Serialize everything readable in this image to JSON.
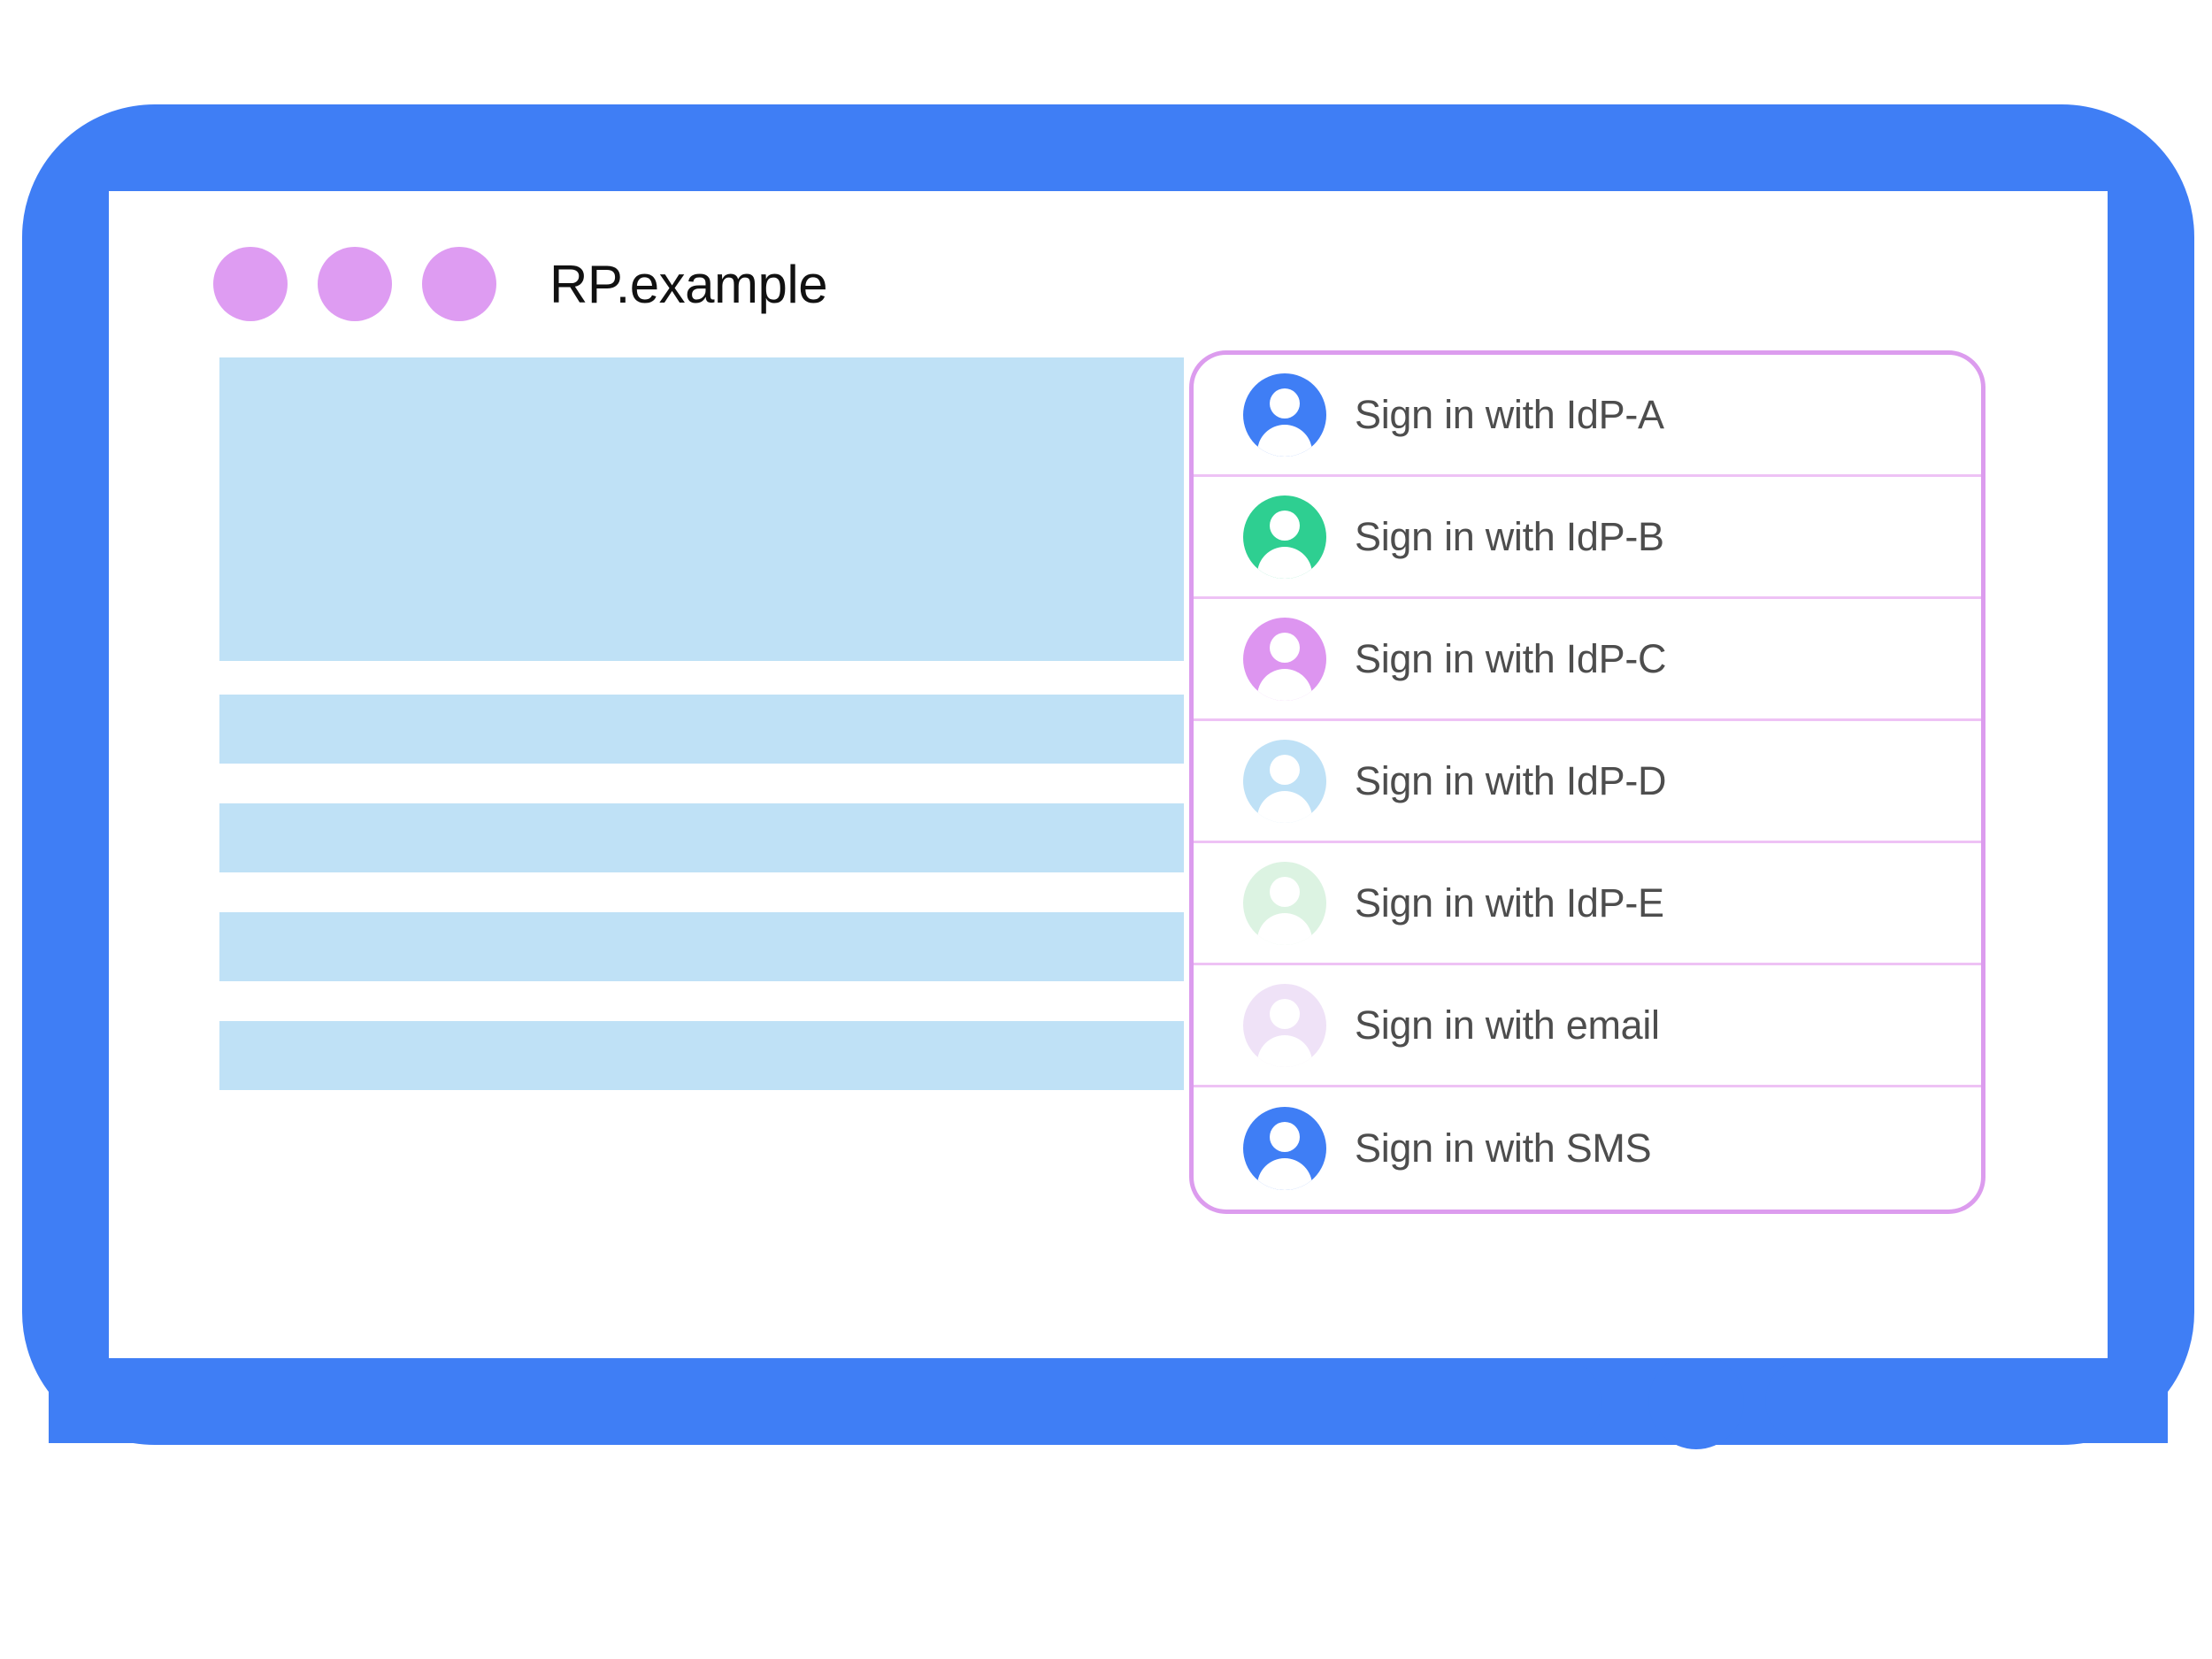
{
  "window": {
    "site_title": "RP.example",
    "dots": [
      {
        "name": "window-dot-1",
        "color": "#de9cf2"
      },
      {
        "name": "window-dot-2",
        "color": "#de9cf2"
      },
      {
        "name": "window-dot-3",
        "color": "#de9cf2"
      }
    ],
    "frame_color": "#3f7ef5",
    "home_button": "home-button"
  },
  "content": {
    "placeholder_color": "#bfe1f6",
    "blocks": [
      {
        "name": "hero-placeholder",
        "kind": "hero"
      },
      {
        "name": "text-placeholder-1",
        "kind": "bar"
      },
      {
        "name": "text-placeholder-2",
        "kind": "bar"
      },
      {
        "name": "text-placeholder-3",
        "kind": "bar"
      },
      {
        "name": "text-placeholder-4",
        "kind": "bar"
      }
    ]
  },
  "account_chooser": {
    "border_color": "#dc9cee",
    "divider_color": "#eec2f5",
    "items": [
      {
        "label": "Sign in with IdP-A",
        "icon": "avatar-icon",
        "avatar_color": "#3f7ef5"
      },
      {
        "label": "Sign in with IdP-B",
        "icon": "avatar-icon",
        "avatar_color": "#2ecf91"
      },
      {
        "label": "Sign in with IdP-C",
        "icon": "avatar-icon",
        "avatar_color": "#dd95f0"
      },
      {
        "label": "Sign in with IdP-D",
        "icon": "avatar-icon",
        "avatar_color": "#bfe1f6"
      },
      {
        "label": "Sign in with IdP-E",
        "icon": "avatar-icon",
        "avatar_color": "#dcf3e2"
      },
      {
        "label": "Sign in with email",
        "icon": "avatar-icon",
        "avatar_color": "#efe2f7"
      },
      {
        "label": "Sign in with SMS",
        "icon": "avatar-icon",
        "avatar_color": "#3f7ef5"
      }
    ]
  }
}
